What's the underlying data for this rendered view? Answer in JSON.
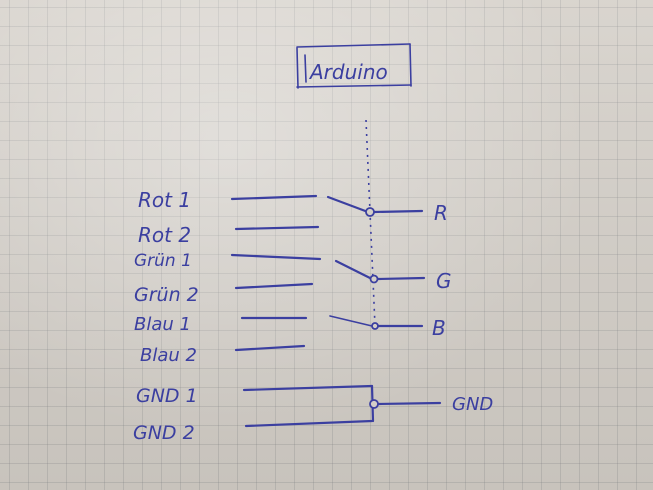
{
  "module": {
    "label": "Arduino"
  },
  "inputs": [
    {
      "label": "Rot 1"
    },
    {
      "label": "Rot 2"
    },
    {
      "label": "Grün 1"
    },
    {
      "label": "Grün 2"
    },
    {
      "label": "Blau 1"
    },
    {
      "label": "Blau 2"
    },
    {
      "label": "GND 1"
    },
    {
      "label": "GND 2"
    }
  ],
  "outputs": [
    {
      "label": "R"
    },
    {
      "label": "G"
    },
    {
      "label": "B"
    },
    {
      "label": "GND"
    }
  ],
  "colors": {
    "ink": "#3b3fa0",
    "paper": "#d4cfc8",
    "grid": "#8a8a90"
  }
}
